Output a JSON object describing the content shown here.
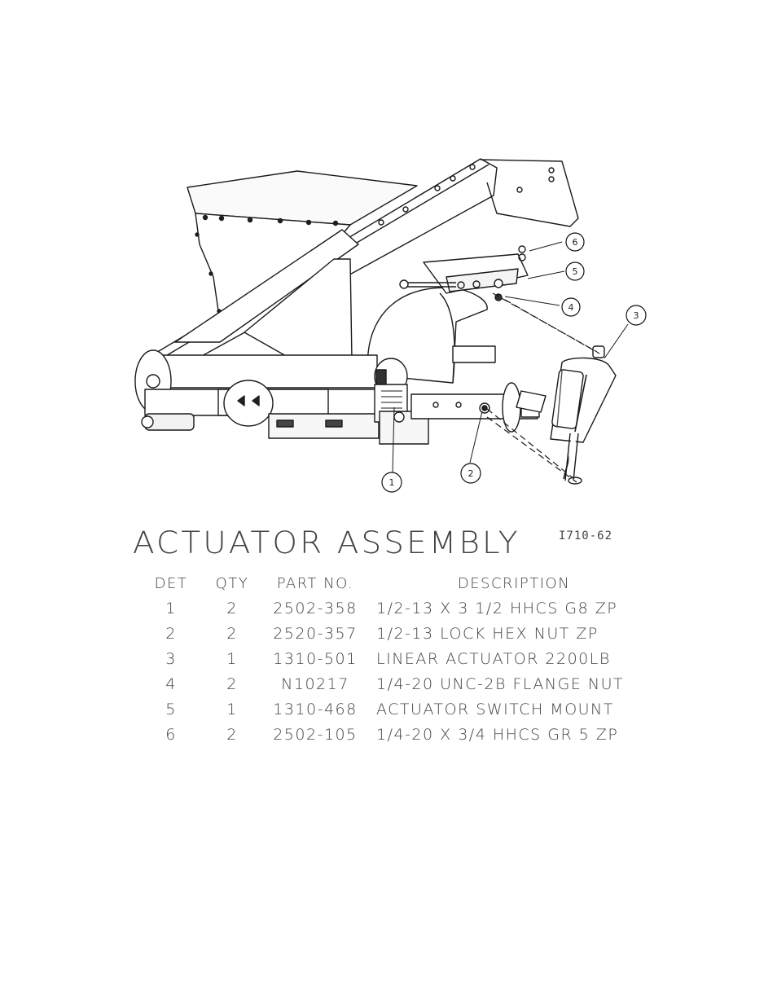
{
  "title": "ACTUATOR ASSEMBLY",
  "drawing_number": "I710-62",
  "columns": {
    "det": "DET",
    "qty": "QTY",
    "part_no": "PART NO.",
    "description": "DESCRIPTION"
  },
  "parts": [
    {
      "det": "1",
      "qty": "2",
      "part_no": "2502-358",
      "description": "1/2-13 X 3 1/2 HHCS G8 ZP"
    },
    {
      "det": "2",
      "qty": "2",
      "part_no": "2520-357",
      "description": "1/2-13 LOCK HEX NUT ZP"
    },
    {
      "det": "3",
      "qty": "1",
      "part_no": "1310-501",
      "description": "LINEAR ACTUATOR 2200LB"
    },
    {
      "det": "4",
      "qty": "2",
      "part_no": "N10217",
      "description": "1/4-20 UNC-2B FLANGE NUT"
    },
    {
      "det": "5",
      "qty": "1",
      "part_no": "1310-468",
      "description": "ACTUATOR SWITCH MOUNT"
    },
    {
      "det": "6",
      "qty": "2",
      "part_no": "2502-105",
      "description": "1/4-20 X 3/4 HHCS GR 5 ZP"
    }
  ],
  "callouts": [
    "1",
    "2",
    "3",
    "4",
    "5",
    "6"
  ]
}
